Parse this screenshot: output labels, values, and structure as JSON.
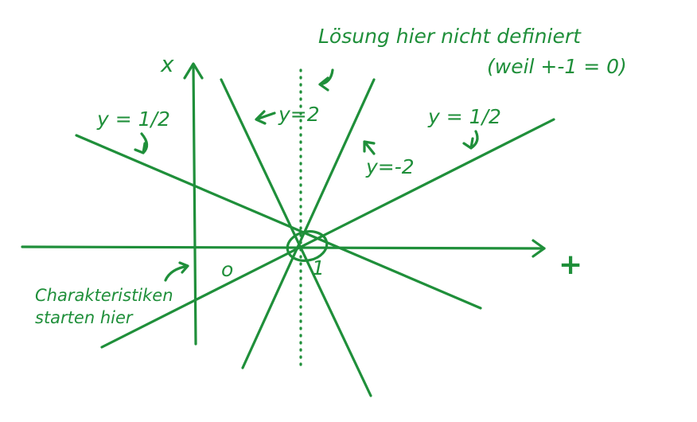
{
  "ink_color": "#1f8f3a",
  "axes": {
    "x_label": "x",
    "t_label": "+"
  },
  "ticks": {
    "zero": "o",
    "one": "1"
  },
  "line_labels": {
    "y_half_left": "y = 1/2",
    "y_two": "y=2",
    "y_minus_two": "y=-2",
    "y_half_right": "y = 1/2"
  },
  "annotations": {
    "undefined_line1": "Lösung hier nicht definiert",
    "undefined_line2": "(weil  +-1 = 0)",
    "start_line1": "Charakteristiken",
    "start_line2": "starten hier"
  }
}
